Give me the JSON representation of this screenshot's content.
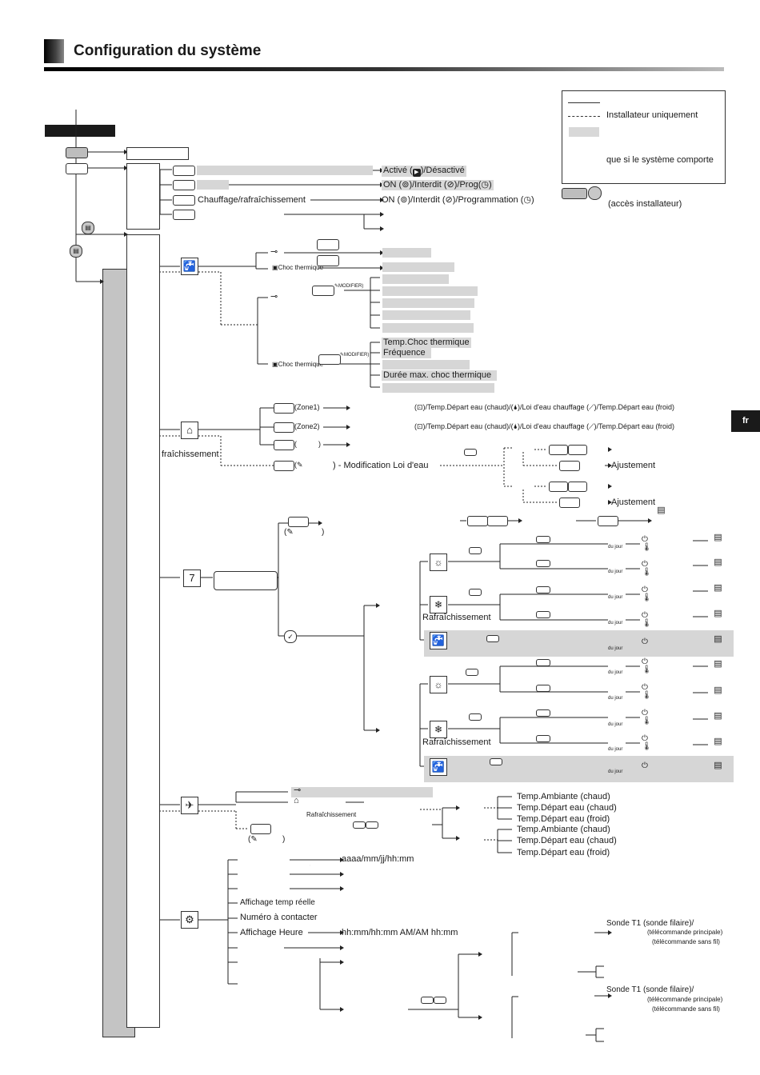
{
  "header": {
    "title": "Configuration du système"
  },
  "side_tab": "fr",
  "legend": {
    "installer_only": "Installateur uniquement",
    "system_note": "que si le système comporte",
    "installer_access": "(accès installateur)"
  },
  "heating": {
    "active": "Activé (",
    "active_tail": ")/Désactivé",
    "on_prog": "ON (",
    "on_prog_mid": ")/Interdit (",
    "on_prog_tail": ")/Prog(",
    "on_prog_end": ")",
    "mode_label": "Chauffage/rafraîchissement",
    "on_programmation": "ON (",
    "on_programmation_mid": ")/Interdit (",
    "on_programmation_tail": ")/Programmation (",
    "on_programmation_end": ")"
  },
  "dhw": {
    "choc_thermique": "Choc thermique",
    "modifier": "MODIFIER)",
    "temp_choc": "Temp.Choc thermique",
    "frequence": "Fréquence",
    "duree_max": "Durée max. choc thermique"
  },
  "zones": {
    "zone1": "(Zone1)",
    "zone2": "(Zone2)",
    "paren_open": "(",
    "paren_close": ")",
    "zone1_values": "/Temp.Départ eau (chaud)/",
    "zone_values_tail": "/Loi d'eau chauffage (",
    "zone_values_end": ")/Temp.Départ eau (froid)",
    "fraichissement": "fraîchissement",
    "modification_loi": "Modification Loi d'eau",
    "ajustement": "Ajustement"
  },
  "schedule": {
    "rafraichissement": "Rafraîchissement",
    "du_jour": "du jour"
  },
  "holiday": {
    "rafraichissement": "Rafraîchissement",
    "temps": [
      "Temp.Ambiante (chaud)",
      "Temp.Départ eau (chaud)",
      "Temp.Départ eau (froid)",
      "Temp.Ambiante (chaud)",
      "Temp.Départ eau (chaud)",
      "Temp.Départ eau (froid)"
    ]
  },
  "settings": {
    "date_format": "aaaa/mm/jj/hh:mm",
    "affichage_temp": "Affichage temp réelle",
    "numero": "Numéro à contacter",
    "affichage_heure": "Affichage Heure",
    "heure_format": "hh:mm/hh:mm AM/AM hh:mm",
    "sonde1": "Sonde T1 (sonde filaire)/",
    "telecommande_principale": "(télécommande principale)",
    "telecommande_sans_fil": "(télécommande sans fil)",
    "sonde2": "Sonde T1 (sonde filaire)/",
    "telecommande_principale2": "(télécommande principale)",
    "telecommande_sans_fil2": "(télécommande sans fil)"
  }
}
